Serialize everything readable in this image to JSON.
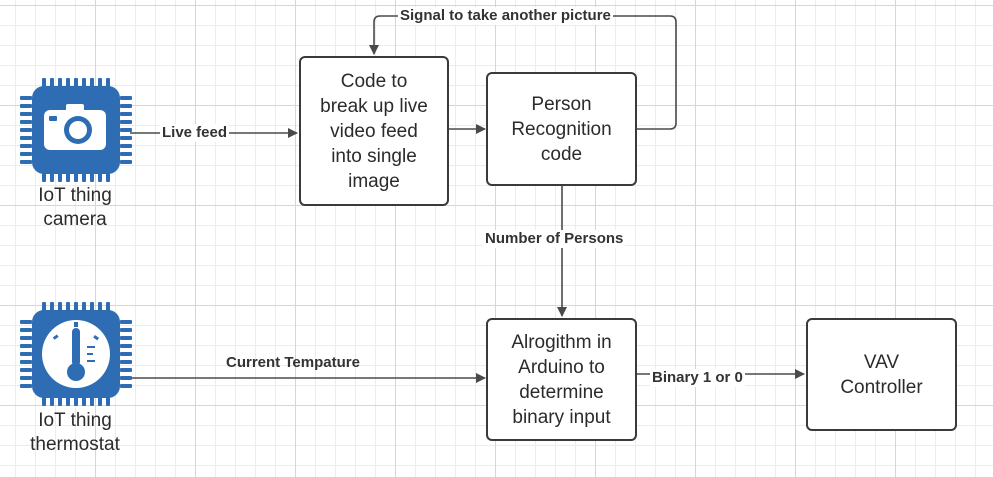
{
  "nodes": {
    "camera": {
      "label": "IoT thing\ncamera",
      "icon": "camera-icon"
    },
    "thermostat": {
      "label": "IoT thing\nthermostat",
      "icon": "thermometer-icon"
    },
    "splitter": {
      "label": "Code to\nbreak up live\nvideo feed\ninto single\nimage"
    },
    "recognition": {
      "label": "Person\nRecognition\ncode"
    },
    "algorithm": {
      "label": "Alrogithm in\nArduino to\ndetermine\nbinary input"
    },
    "vav": {
      "label": "VAV\nController"
    }
  },
  "edges": {
    "live_feed": "Live feed",
    "signal": "Signal to take another picture",
    "num_persons": "Number of Persons",
    "temperature": "Current Tempature",
    "binary": "Binary 1 or 0"
  },
  "colors": {
    "chip": "#2e6db4",
    "chip_dark": "#1f5796",
    "line": "#4a4a4a"
  }
}
